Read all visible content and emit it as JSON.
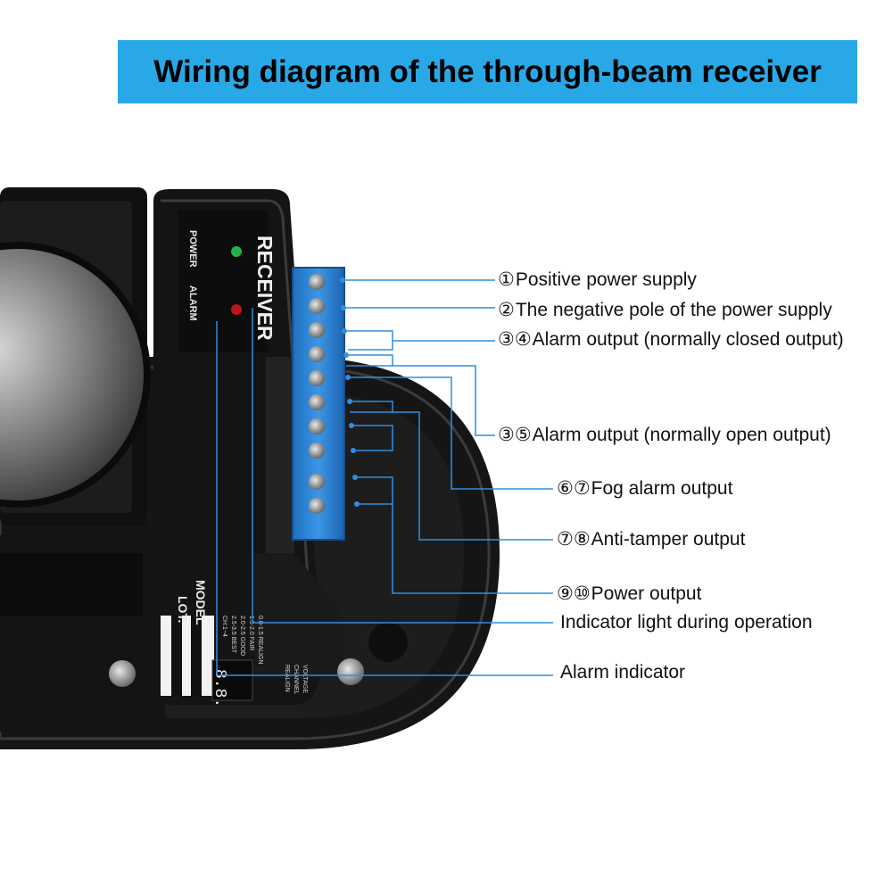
{
  "title": "Wiring diagram of the through-beam receiver",
  "colors": {
    "banner": "#29a8e8",
    "leader_line": "#2f8fe0",
    "terminal_block": "#2e86d8",
    "housing": "#111111",
    "power_led": "#1fb34a",
    "alarm_led": "#c0141c"
  },
  "device": {
    "receiver_text": "RECEIVER",
    "power_text": "POWER",
    "alarm_text": "ALARM",
    "model_text": "MODEL",
    "lot_text": "LOT.",
    "range_lines": [
      "0.0-1.5 REALIGN",
      "1.5-2.0 FAIR",
      "2.0-2.5 GOOD",
      "2.5-3.5 BEST",
      "CH:1~4"
    ],
    "status_lines": [
      "VOLTAGE",
      "CHANNEL",
      "REALIGN"
    ],
    "display_text": "8.8."
  },
  "labels": [
    {
      "num": "①",
      "text": "Positive power supply"
    },
    {
      "num": "②",
      "text": "The negative pole of the power supply"
    },
    {
      "num": "③④",
      "text": "Alarm output (normally closed output)"
    },
    {
      "num": "③⑤",
      "text": "Alarm output (normally open output)"
    },
    {
      "num": "⑥⑦",
      "text": "Fog alarm output"
    },
    {
      "num": "⑦⑧",
      "text": "Anti-tamper output"
    },
    {
      "num": "⑨⑩",
      "text": "Power output"
    },
    {
      "num": "",
      "text": "Indicator light during operation"
    },
    {
      "num": "",
      "text": "Alarm indicator"
    }
  ]
}
